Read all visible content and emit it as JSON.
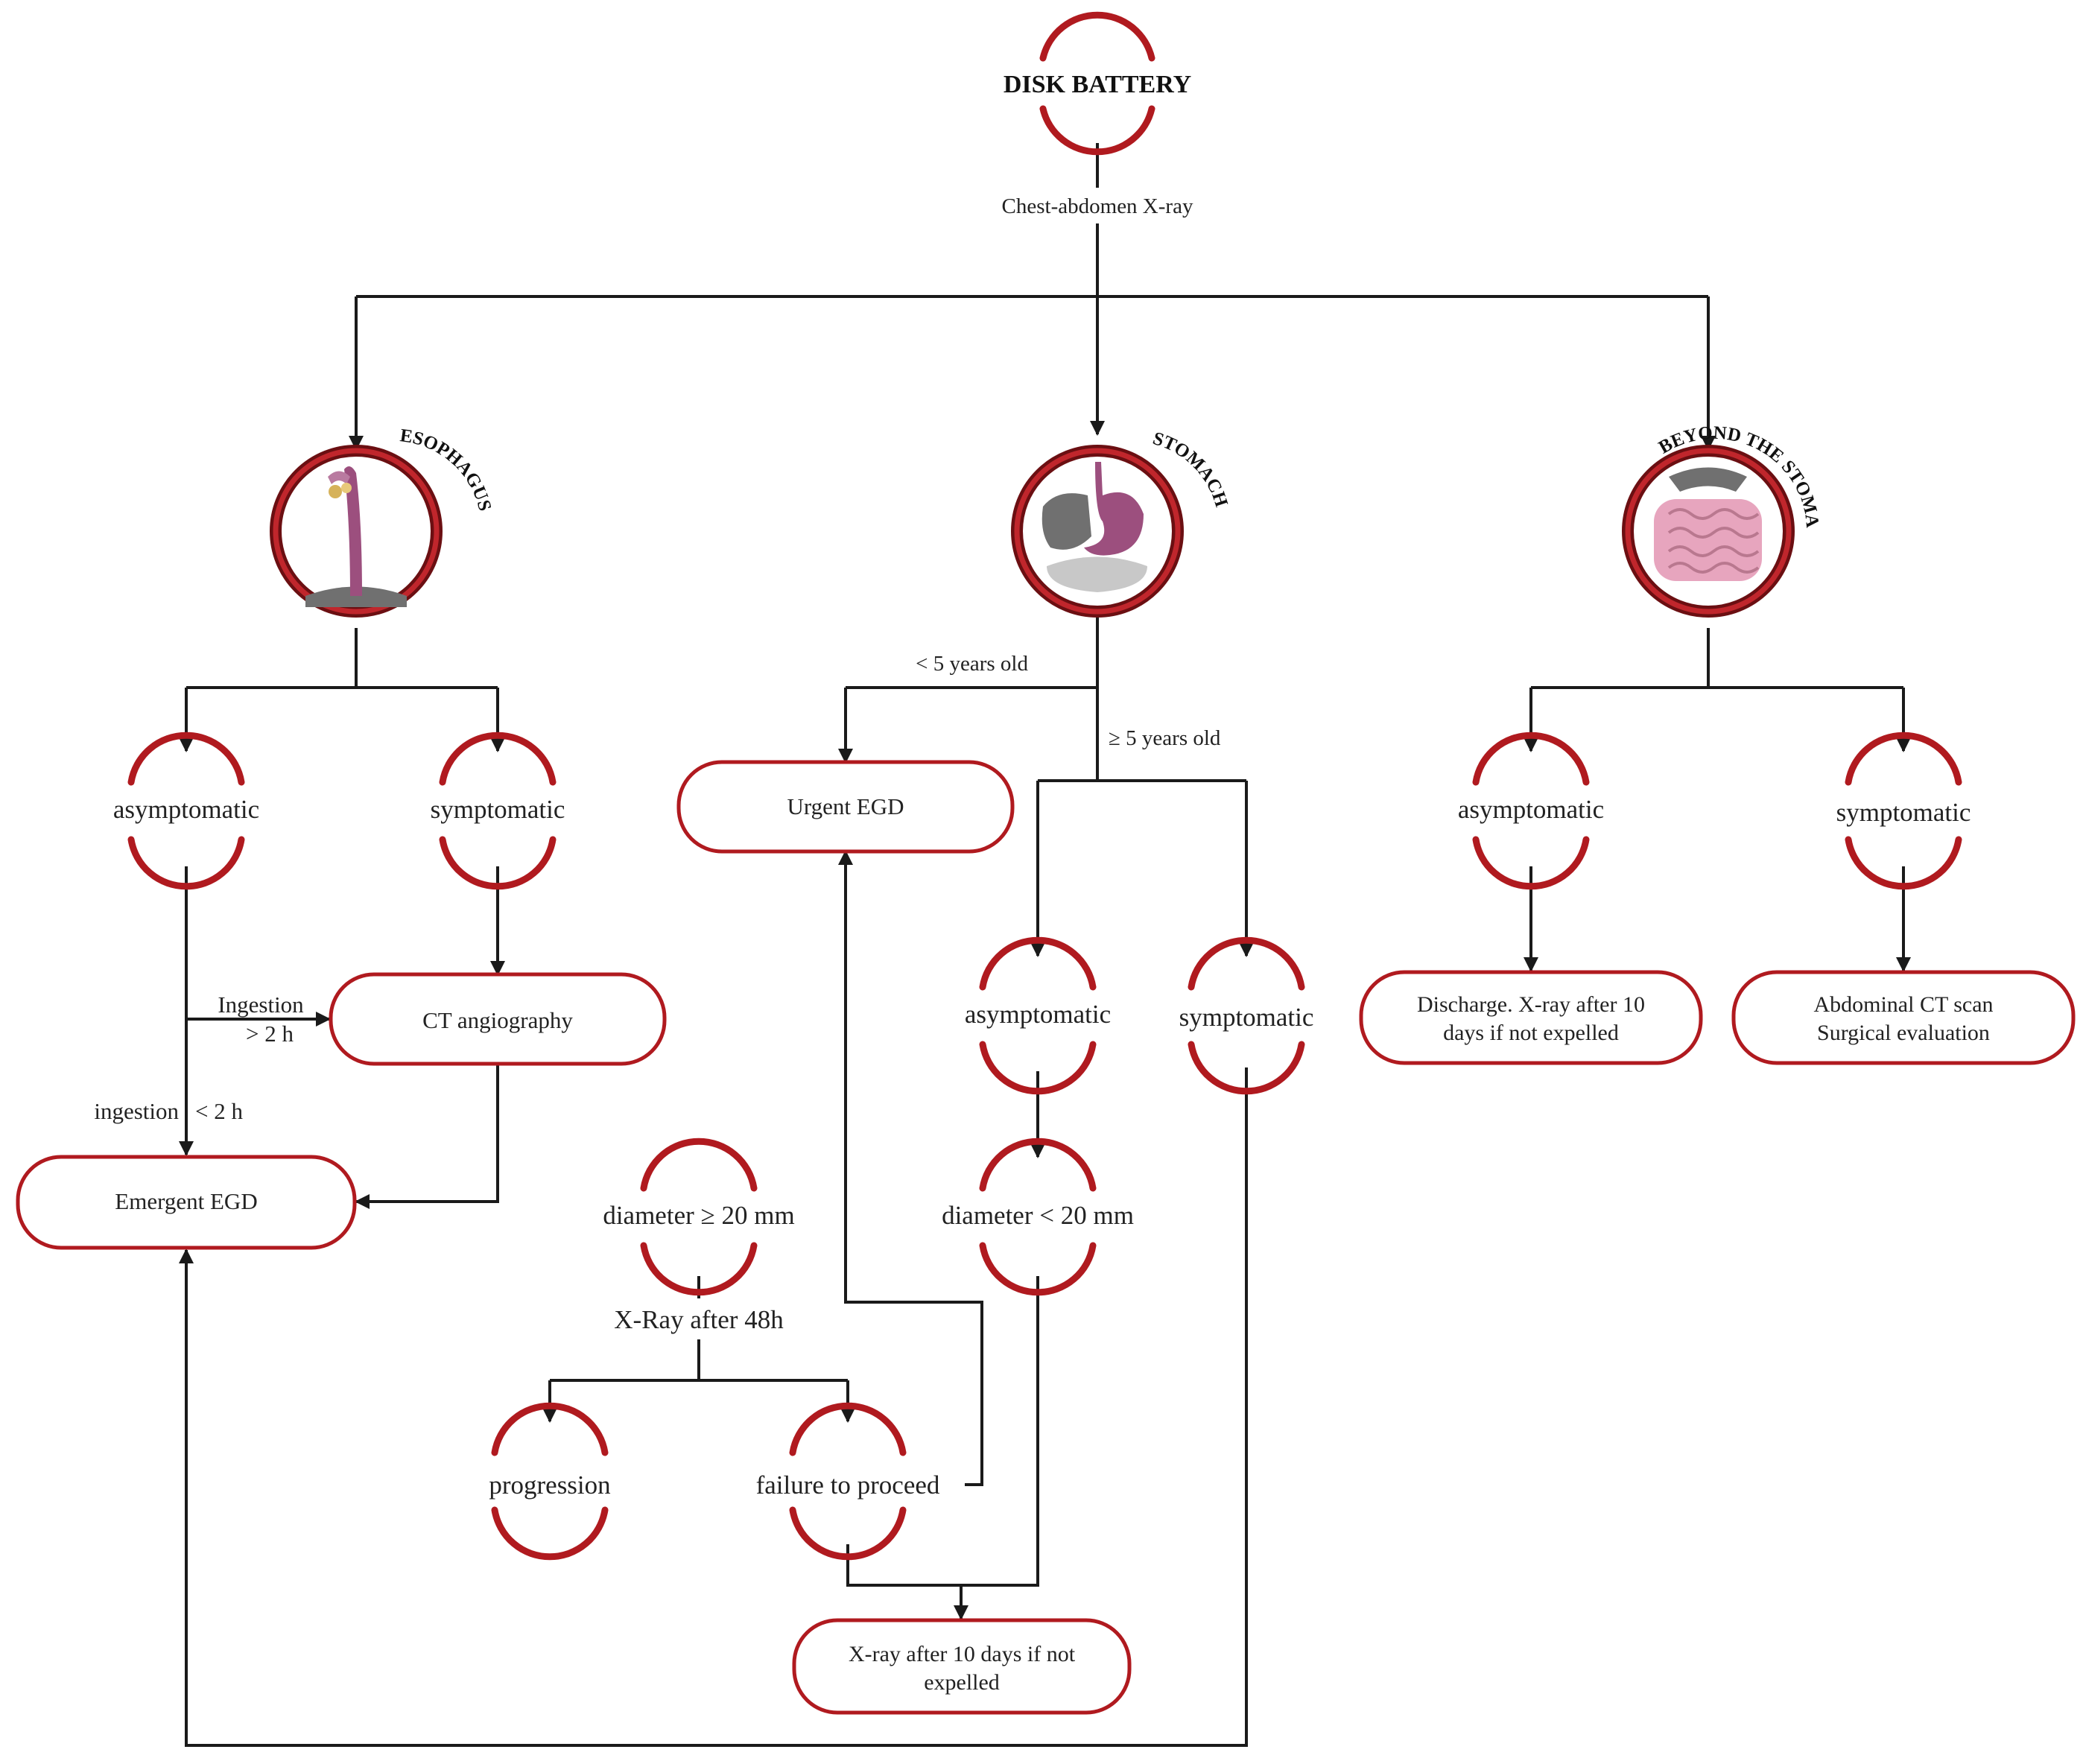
{
  "colors": {
    "accent": "#b01a1f",
    "line": "#1a1a1a",
    "organ_grey": "#707070",
    "organ_pink": "#9c4f7e"
  },
  "top": {
    "title": "DISK BATTERY",
    "edge_label": "Chest-abdomen X-ray"
  },
  "organs": {
    "esophagus": {
      "label": "ESOPHAGUS",
      "icon": "esophagus-illustration"
    },
    "stomach": {
      "label": "STOMACH",
      "icon": "stomach-illustration"
    },
    "beyond": {
      "label": "BEYOND THE STOMACH",
      "icon": "intestine-illustration"
    }
  },
  "esophagus_branch": {
    "asymptomatic": "asymptomatic",
    "symptomatic": "symptomatic",
    "ingestion_gt_label": "Ingestion",
    "ingestion_gt_value": "> 2 h",
    "ingestion_lt_label": "ingestion",
    "ingestion_lt_value": "< 2 h",
    "ct_angiography": "CT angiography",
    "emergent_egd": "Emergent EGD"
  },
  "stomach_branch": {
    "under5": "< 5 years old",
    "over5": "≥ 5 years old",
    "urgent_egd": "Urgent EGD",
    "asymptomatic": "asymptomatic",
    "symptomatic": "symptomatic",
    "diameter_ge": "diameter ≥ 20 mm",
    "diameter_lt": "diameter < 20 mm",
    "xray_48h": "X-Ray after 48h",
    "progression": "progression",
    "failure": "failure to proceed",
    "xray_10days_line1": "X-ray after 10 days if not",
    "xray_10days_line2": "expelled"
  },
  "beyond_branch": {
    "asymptomatic": "asymptomatic",
    "symptomatic": "symptomatic",
    "discharge_line1": "Discharge. X-ray after 10",
    "discharge_line2": "days if not  expelled",
    "abdominal_line1": "Abdominal CT scan",
    "abdominal_line2": "Surgical evaluation"
  }
}
